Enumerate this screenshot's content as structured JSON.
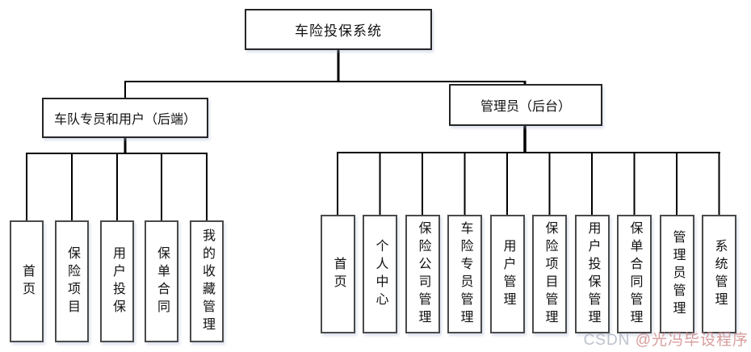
{
  "diagram": {
    "root": "车险投保系统",
    "branches": [
      {
        "label": "车队专员和用户（后端）",
        "children": [
          "首页",
          "保险项目",
          "用户投保",
          "保单合同",
          "我的收藏管理"
        ]
      },
      {
        "label": "管理员（后台）",
        "children": [
          "首页",
          "个人中心",
          "保险公司管理",
          "车险专员管理",
          "用户管理",
          "保险项目管理",
          "用户投保管理",
          "保单合同管理",
          "管理员管理",
          "系统管理"
        ]
      }
    ]
  },
  "watermark": {
    "prefix": "CSDN ",
    "handle": "@光冯毕设程序"
  },
  "colors": {
    "line": "#000000",
    "parent_border": "#262626",
    "leaf_border": "#4a4a4a",
    "watermark_gray": "#b0b6c6",
    "watermark_red": "#d08c8c"
  }
}
